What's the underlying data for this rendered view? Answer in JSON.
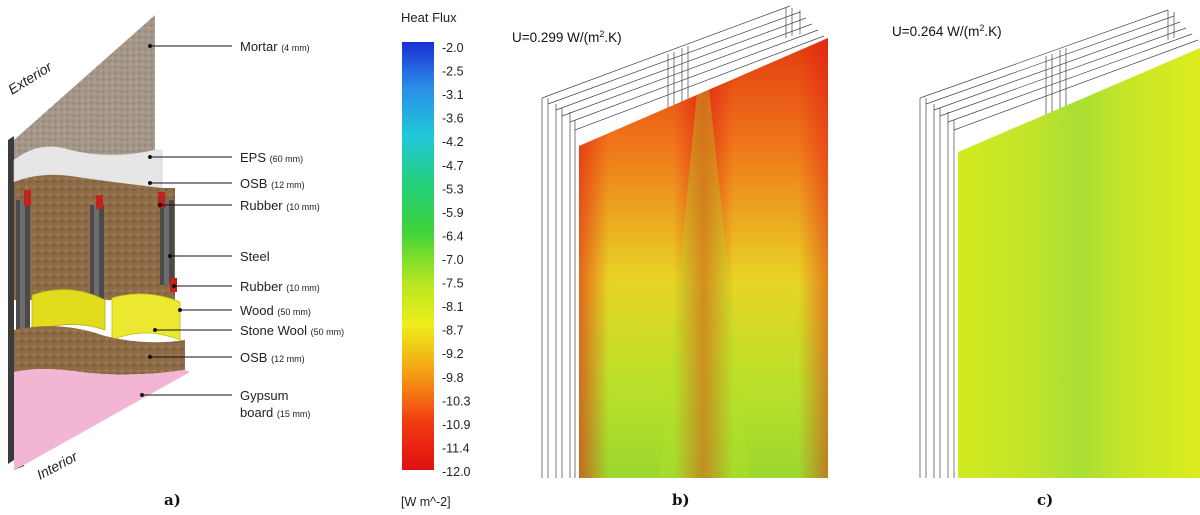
{
  "panel_a": {
    "side_top": "Exterior",
    "side_bottom": "Interior",
    "layers": [
      {
        "name": "Mortar",
        "thickness": "(4 mm)"
      },
      {
        "name": "EPS",
        "thickness": "(60 mm)"
      },
      {
        "name": "OSB",
        "thickness": "(12 mm)"
      },
      {
        "name": "Rubber",
        "thickness": "(10 mm)"
      },
      {
        "name": "Steel",
        "thickness": ""
      },
      {
        "name": "Rubber",
        "thickness": "(10 mm)"
      },
      {
        "name": "Wood",
        "thickness": "(50 mm)"
      },
      {
        "name": "Stone Wool",
        "thickness": "(50 mm)"
      },
      {
        "name": "OSB",
        "thickness": "(12 mm)"
      },
      {
        "name": "Gypsum",
        "thickness": ""
      }
    ],
    "gypsum_line2": "board",
    "gypsum_thickness": "(15 mm)",
    "caption": "a)"
  },
  "legend": {
    "title": "Heat Flux",
    "ticks": [
      "-2.0",
      "-2.5",
      "-3.1",
      "-3.6",
      "-4.2",
      "-4.7",
      "-5.3",
      "-5.9",
      "-6.4",
      "-7.0",
      "-7.5",
      "-8.1",
      "-8.7",
      "-9.2",
      "-9.8",
      "-10.3",
      "-10.9",
      "-11.4",
      "-12.0"
    ],
    "unit": "[W m^-2]",
    "colors": [
      "#1a2fd6",
      "#2a90e8",
      "#20c8d8",
      "#25cf7d",
      "#3cd33c",
      "#b4e620",
      "#eeee1a",
      "#f59a14",
      "#f03a12",
      "#e01010"
    ]
  },
  "panel_b": {
    "u_prefix": "U=0.299 W/(m",
    "u_sup": "2",
    "u_suffix": ".K)",
    "caption": "b)"
  },
  "panel_c": {
    "u_prefix": "U=0.264 W/(m",
    "u_sup": "2",
    "u_suffix": ".K)",
    "caption": "c)"
  }
}
